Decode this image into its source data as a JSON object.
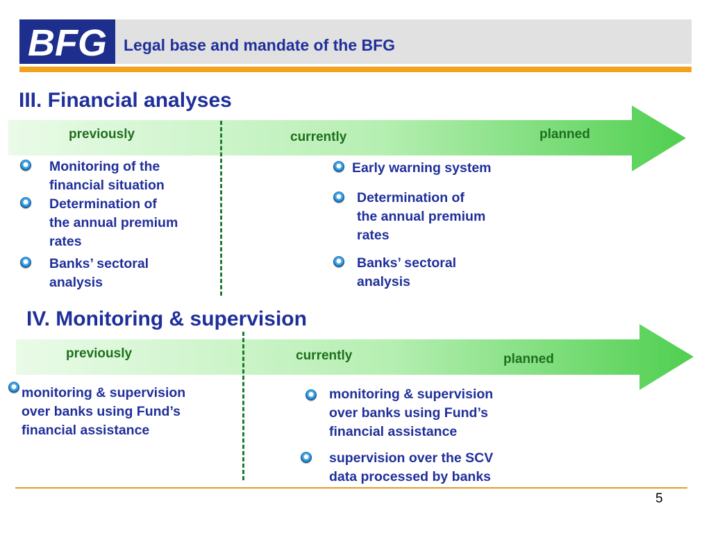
{
  "header": {
    "logo_text": "BFG",
    "title": "Legal base and mandate of the BFG"
  },
  "sections": [
    {
      "title": "III. Financial analyses",
      "phases": {
        "previously": "previously",
        "currently": "currently",
        "planned": "planned"
      },
      "previous_items": [
        "Monitoring of the\nfinancial situation",
        "Determination of\nthe annual premium\nrates",
        "Banks’ sectoral\nanalysis"
      ],
      "current_items": [
        "Early warning system",
        "Determination of\nthe annual premium\nrates",
        "Banks’ sectoral\nanalysis"
      ]
    },
    {
      "title": "IV. Monitoring & supervision",
      "phases": {
        "previously": "previously",
        "currently": "currently",
        "planned": "planned"
      },
      "previous_items": [
        "monitoring & supervision\nover banks using Fund’s\nfinancial assistance"
      ],
      "current_items": [
        "monitoring & supervision\nover banks using Fund’s\nfinancial assistance",
        "supervision over the SCV\ndata processed by banks"
      ]
    }
  ],
  "page_number": "5",
  "colors": {
    "header_bar": "#e1e1e1",
    "logo_bg": "#1d2e8c",
    "title_blue": "#1f2f9a",
    "accent_orange": "#f2a21d",
    "arrow_light": "#eafbe8",
    "arrow_dark": "#4fcf4f",
    "phase_green": "#1d6f1d"
  }
}
